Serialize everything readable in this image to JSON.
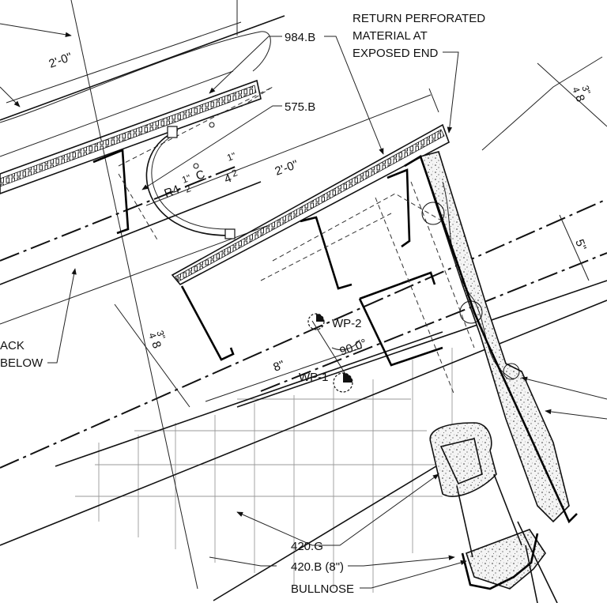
{
  "drawing": {
    "labels": {
      "return_note": [
        "RETURN PERFORATED",
        "MATERIAL AT",
        "EXPOSED END"
      ],
      "tag_984b": "984.B",
      "tag_575b": "575.B",
      "tag_420g": "420.G",
      "tag_420b": "420.B (8\")",
      "bullnose": "BULLNOSE",
      "partial_left_1": "ACK",
      "partial_left_2": "BELOW"
    },
    "dimensions": {
      "top_2ft": "2'-0\"",
      "mid_2ft": "2'-0\"",
      "radius": "R4",
      "radius_frac_num": "1\"",
      "radius_frac_den": "2",
      "centerline": "C",
      "half_num": "1\"",
      "half_whole": "4",
      "half_den": "2",
      "eight_three_q_left": "8",
      "eight_three_q_right": "8",
      "frac_num": "3\"",
      "frac_den": "4",
      "eight_in": "8\"",
      "five_in": "5\"",
      "angle": "90.0°"
    },
    "work_points": {
      "wp1": "WP-1",
      "wp2": "WP-2"
    }
  }
}
